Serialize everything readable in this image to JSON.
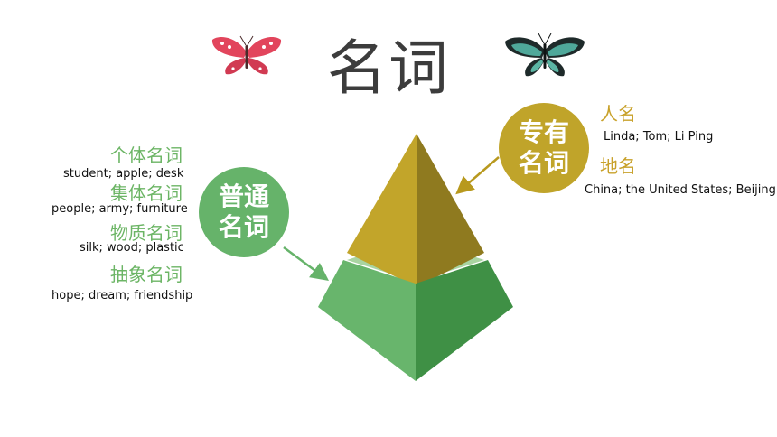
{
  "title": "名词",
  "common": {
    "circle_line1": "普通",
    "circle_line2": "名词",
    "categories": [
      {
        "label": "个体名词",
        "examples": "student; apple; desk"
      },
      {
        "label": "集体名词",
        "examples": "people; army; furniture"
      },
      {
        "label": "物质名词",
        "examples": "silk; wood; plastic"
      },
      {
        "label": "抽象名词",
        "examples": "hope; dream; friendship"
      }
    ]
  },
  "proper": {
    "circle_line1": "专有",
    "circle_line2": "名词",
    "categories": [
      {
        "label": "人名",
        "examples": "Linda; Tom; Li Ping"
      },
      {
        "label": "地名",
        "examples": "China; the United States; Beijing"
      }
    ]
  },
  "colors": {
    "green": "#66b36a",
    "gold": "#c0a42a"
  },
  "icons": [
    "pink-butterfly-icon",
    "teal-butterfly-icon",
    "pyramid-icon"
  ]
}
